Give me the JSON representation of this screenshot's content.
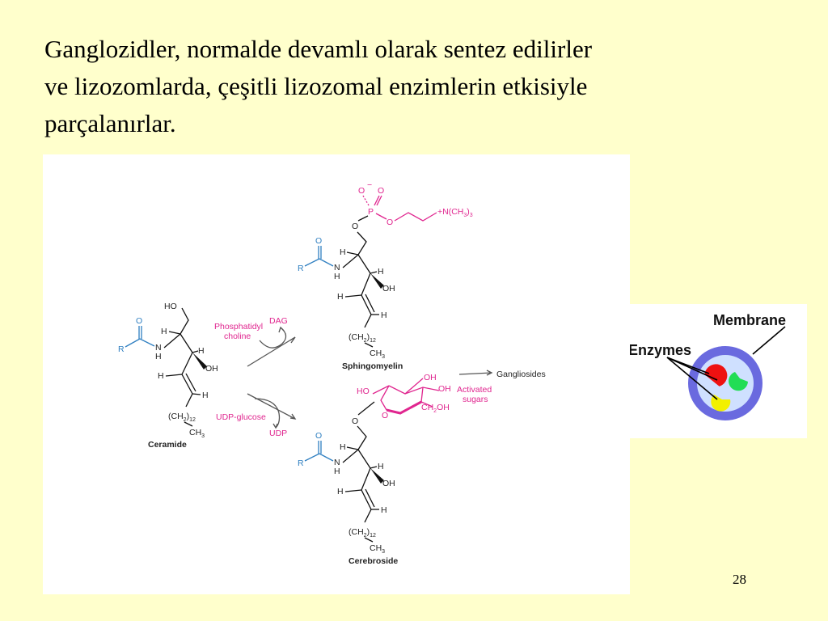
{
  "slide": {
    "text_lines": [
      "Ganglozidler, normalde devamlı olarak sentez edilirler",
      "ve lizozomlarda, çeşitli lizozomal enzimlerin etkisiyle",
      "parçalanırlar."
    ],
    "page_number": "28"
  },
  "figure": {
    "ceramide": {
      "label": "Ceramide",
      "ho": "HO",
      "r": "R",
      "o": "O",
      "h": "H",
      "n": "N",
      "oh": "OH",
      "ch2": "(CH",
      "ch2_sub": "2",
      "ch2_close": ")",
      "ch2_n": "12",
      "ch3": "CH",
      "ch3_sub": "3"
    },
    "sphingomyelin": {
      "label": "Sphingomyelin",
      "phosphate_o1": "O",
      "phosphate_minus": "−",
      "phosphate_o2": "O",
      "p": "P",
      "o_link": "O",
      "n_group": "+N(CH",
      "n_group_sub": "3",
      "n_group_close": ")",
      "n_group_n": "3"
    },
    "cerebroside": {
      "label": "Cerebroside"
    },
    "sugar": {
      "oh_top": "OH",
      "ho": "HO",
      "oh_mid": "OH",
      "o_ring": "O",
      "ch2oh": "CH",
      "ch2oh_sub": "2",
      "ch2oh_end": "OH"
    },
    "reactions": {
      "phosphatidyl": "Phosphatidyl",
      "choline": "choline",
      "dag": "DAG",
      "udp_glucose": "UDP-glucose",
      "udp": "UDP",
      "activated": "Activated",
      "sugars": "sugars",
      "gangliosides": "Gangliosides"
    }
  },
  "lysosome": {
    "membrane_label": "Membrane",
    "enzymes_label": "Enzymes",
    "colors": {
      "membrane": "#6a6adf",
      "interior": "#cfe0ff",
      "enzyme_red": "#ee1111",
      "enzyme_green": "#22dd55",
      "enzyme_yellow": "#f2f000"
    }
  }
}
